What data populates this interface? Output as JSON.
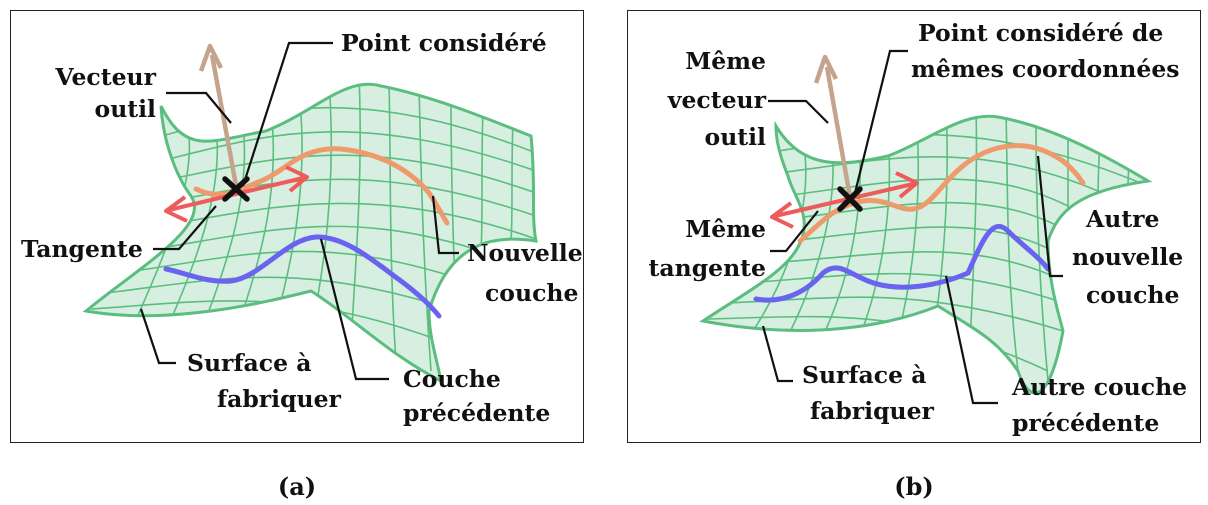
{
  "panel_a": {
    "caption": "(a)",
    "labels": {
      "point": "Point considéré",
      "tool_vector": [
        "Vecteur",
        "outil"
      ],
      "tangent": "Tangente",
      "new_layer": [
        "Nouvelle",
        "couche"
      ],
      "surface": [
        "Surface à",
        "fabriquer"
      ],
      "previous_layer": [
        "Couche",
        "précédente"
      ]
    }
  },
  "panel_b": {
    "caption": "(b)",
    "labels": {
      "point": [
        "Point considéré de",
        "mêmes coordonnées"
      ],
      "tool_vector": [
        "Même",
        "vecteur",
        "outil"
      ],
      "tangent": [
        "Même",
        "tangente"
      ],
      "new_layer": [
        "Autre",
        "nouvelle",
        "couche"
      ],
      "surface": [
        "Surface à",
        "fabriquer"
      ],
      "previous_layer": [
        "Autre couche",
        "précédente"
      ]
    }
  },
  "colors": {
    "surface_fill": "#d7efe0",
    "surface_stroke": "#5bbd7f",
    "new_layer": "#ee9a6c",
    "previous_layer": "#6a63ef",
    "tangent": "#ef5a5a",
    "tool_vector": "#c4a48c",
    "point_marker": "#111111",
    "leader_line": "#111111"
  },
  "icons": {
    "point_marker": "x-cross-icon"
  }
}
